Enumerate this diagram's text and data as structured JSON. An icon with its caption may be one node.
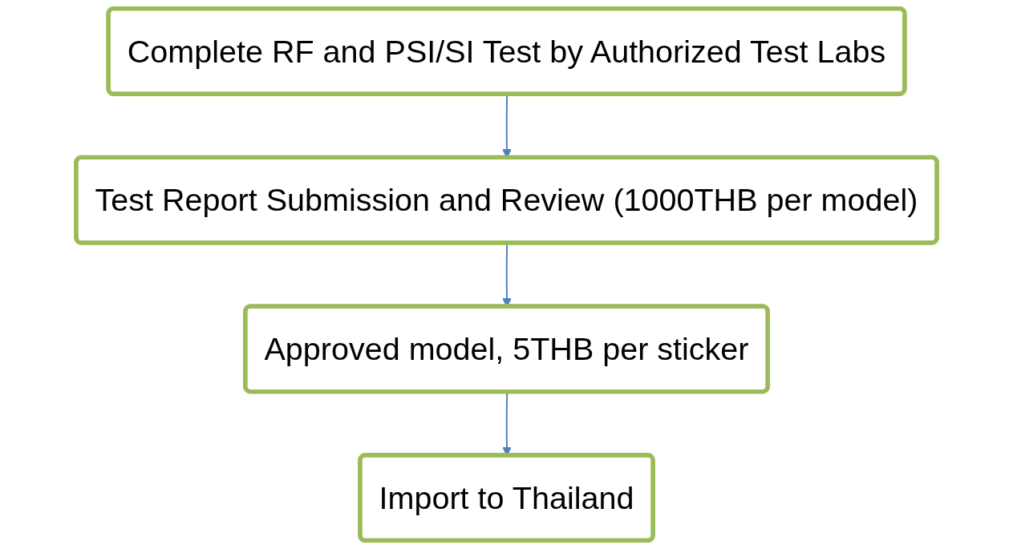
{
  "diagram": {
    "nodes": [
      {
        "text": [
          "Complete RF and PSI/SI Test by Authorized Test Labs"
        ]
      },
      {
        "text": [
          "Test Report Submission and Review (1000THB per model)"
        ]
      },
      {
        "text": [
          "Approved model, 5THB per sticker"
        ]
      },
      {
        "text": [
          "Import to Thailand"
        ]
      }
    ],
    "edges": [
      {
        "from": 0,
        "to": 1,
        "arrow": "to"
      },
      {
        "from": 1,
        "to": 2,
        "arrow": "to"
      },
      {
        "from": 2,
        "to": 3,
        "arrow": "to"
      }
    ]
  }
}
